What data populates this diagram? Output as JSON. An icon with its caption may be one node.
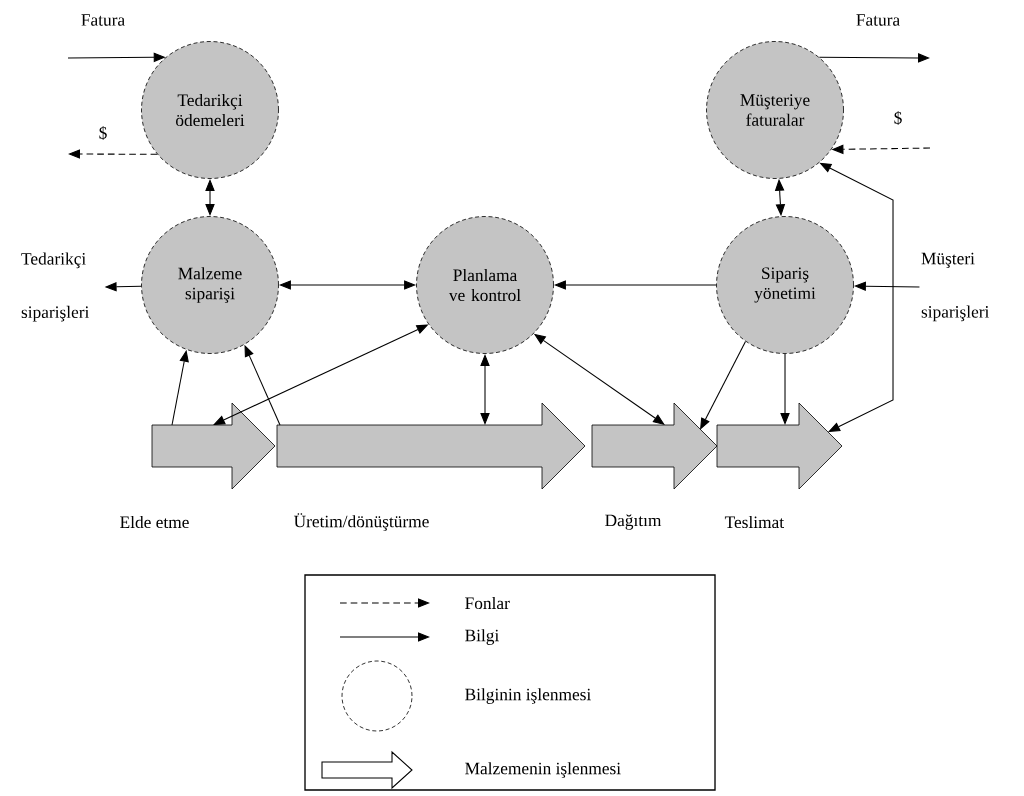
{
  "diagram": {
    "nodes": [
      {
        "text": [
          "Tedarikçi ödemeleri"
        ]
      },
      {
        "text": [
          "Müşteriye faturalar"
        ]
      },
      {
        "text": [
          "Malzeme siparişi"
        ]
      },
      {
        "text": [
          "Planlama ve kontrol"
        ]
      },
      {
        "text": [
          "Sipariş yönetimi"
        ]
      },
      {
        "text": [],
        "shape": "arrow",
        "beside": [
          "Elde etme"
        ]
      },
      {
        "text": [],
        "shape": "arrow",
        "beside": [
          "Üretim/dönüştürme"
        ]
      },
      {
        "text": [],
        "shape": "arrow",
        "beside": [
          "Dağıtım"
        ]
      },
      {
        "text": [],
        "shape": "arrow",
        "beside": [
          "Teslimat"
        ]
      },
      {
        "text": [
          "Tedarikçi siparişleri"
        ]
      },
      {
        "text": [
          "Müşteri siparişleri"
        ]
      }
    ],
    "edges": [
      {
        "from": null,
        "to": 0,
        "arrow": "to",
        "label": "Fatura"
      },
      {
        "from": 0,
        "to": null,
        "arrow": "to",
        "label": "$",
        "style": "dashed"
      },
      {
        "from": 1,
        "to": null,
        "arrow": "to",
        "label": "Fatura"
      },
      {
        "from": null,
        "to": 1,
        "arrow": "to",
        "label": "$",
        "style": "dashed"
      },
      {
        "from": 0,
        "to": 2,
        "arrow": "both"
      },
      {
        "from": 1,
        "to": 4,
        "arrow": "both"
      },
      {
        "from": 2,
        "to": 9,
        "arrow": "to"
      },
      {
        "from": 2,
        "to": 3,
        "arrow": "both"
      },
      {
        "from": 4,
        "to": 3,
        "arrow": "to"
      },
      {
        "from": 10,
        "to": 4,
        "arrow": "to"
      },
      {
        "from": 5,
        "to": 2,
        "arrow": "to"
      },
      {
        "from": 6,
        "to": 2,
        "arrow": "to"
      },
      {
        "from": 3,
        "to": 5,
        "arrow": "both"
      },
      {
        "from": 3,
        "to": 6,
        "arrow": "both"
      },
      {
        "from": 3,
        "to": 7,
        "arrow": "both"
      },
      {
        "from": 4,
        "to": 7,
        "arrow": "to"
      },
      {
        "from": 4,
        "to": 8,
        "arrow": "to"
      },
      {
        "from": 8,
        "to": 1,
        "arrow": "both"
      }
    ],
    "legend": [
      {
        "text": "Fonlar"
      },
      {
        "text": "Bilgi"
      },
      {
        "text": "Bilginin işlenmesi"
      },
      {
        "text": "Malzemenin işlenmesi"
      }
    ]
  }
}
